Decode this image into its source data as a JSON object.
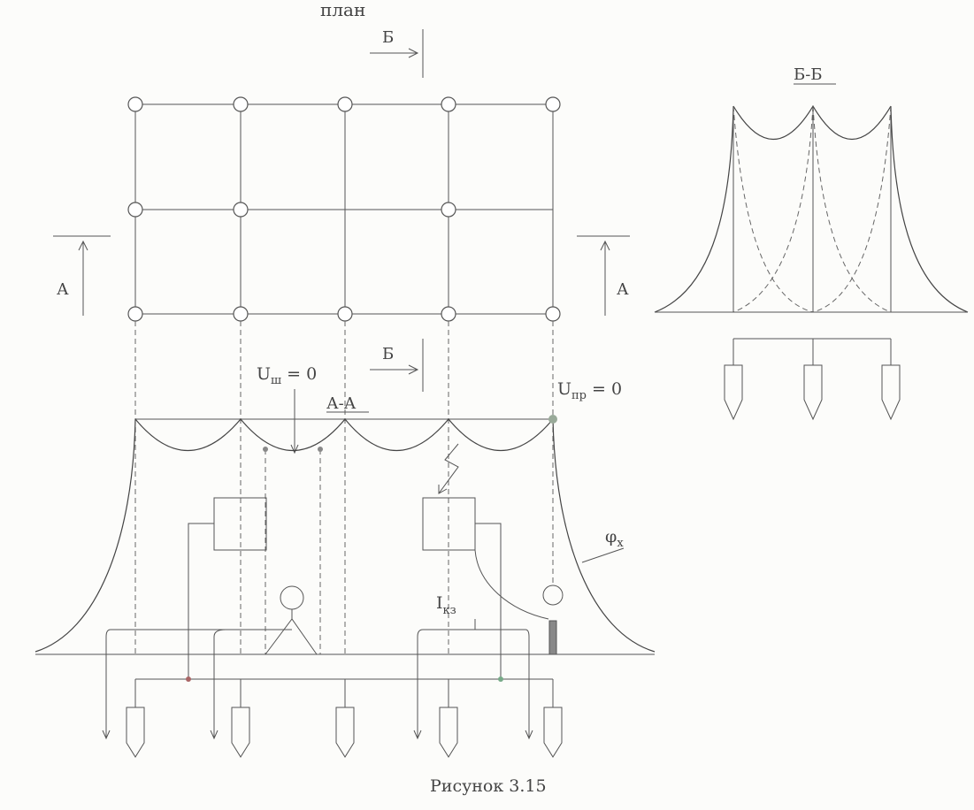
{
  "plan_label": "план",
  "section_mark": "Б",
  "section_view_a": "А",
  "section_aa_title": "А-А",
  "section_bb_title": "Б-Б",
  "u_sh_symbol": "U",
  "u_sh_sub": "ш",
  "u_sh_eq": " = 0",
  "u_pr_symbol": "U",
  "u_pr_sub": "пр",
  "u_pr_eq": " = 0",
  "phi_symbol": "φ",
  "phi_sub": "x",
  "i_symbol": "I",
  "i_sub": "кз",
  "caption": "Рисунок 3.15",
  "colors": {
    "line": "#555555",
    "paper": "#fcfcfa",
    "node_fill": "#ffffff"
  }
}
